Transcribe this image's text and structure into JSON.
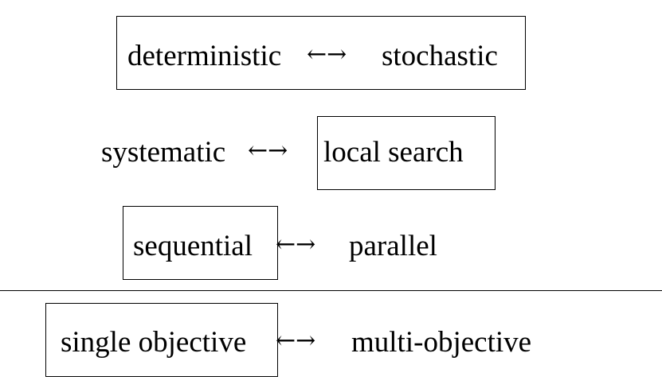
{
  "rows": [
    {
      "left": "deterministic",
      "arrow": "←→",
      "right": "stochastic",
      "boxed": "both"
    },
    {
      "left": "systematic",
      "arrow": "←→",
      "right": "local search",
      "boxed": "right"
    },
    {
      "left": "sequential",
      "arrow": "←→",
      "right": "parallel",
      "boxed": "left"
    },
    {
      "left": "single objective",
      "arrow": "←→",
      "right": "multi-objective",
      "boxed": "left"
    }
  ],
  "divider": "horizontal line above last row"
}
